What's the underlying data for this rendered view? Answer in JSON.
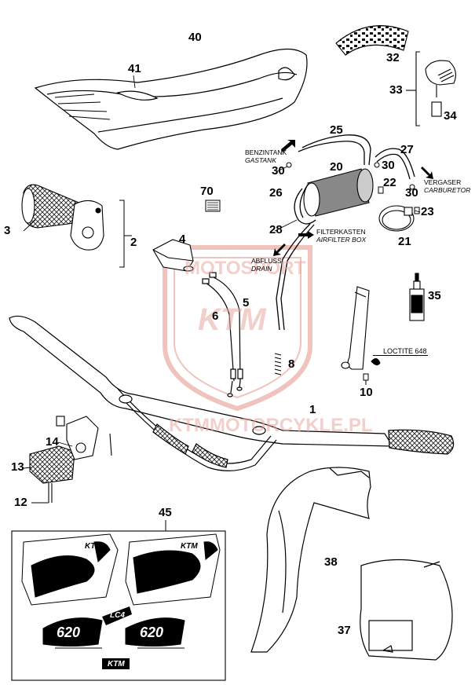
{
  "part_labels": {
    "p1": "1",
    "p2": "2",
    "p3": "3",
    "p4": "4",
    "p5": "5",
    "p6": "6",
    "p8": "8",
    "p10": "10",
    "p12": "12",
    "p13": "13",
    "p14": "14",
    "p20": "20",
    "p21": "21",
    "p22": "22",
    "p23": "23",
    "p25": "25",
    "p26": "26",
    "p27": "27",
    "p28": "28",
    "p30a": "30",
    "p30b": "30",
    "p30c": "30",
    "p32": "32",
    "p33": "33",
    "p34": "34",
    "p35": "35",
    "p37": "37",
    "p38": "38",
    "p40": "40",
    "p41": "41",
    "p45": "45",
    "p70": "70"
  },
  "annotations": {
    "benzintank": "BENZINTANK",
    "gastank": "GASTANK",
    "vergaser": "VERGASER",
    "carburetor": "CARBURETOR",
    "filterkasten": "FILTERKASTEN",
    "airfilter_box": "AIRFILTER BOX",
    "abfluss": "ABFLUSS",
    "drain": "DRAIN",
    "loctite": "LOCTITE 648"
  },
  "decal_text": {
    "ktm_top_left": "KTM",
    "ktm_top_right": "KTM",
    "lc4": "LC4",
    "number_left": "620",
    "number_right": "620",
    "ktm_bottom": "KTM"
  },
  "watermark": {
    "top": "MOTOSPORT",
    "brand": "KTM",
    "url": "KTMMOTORCYKLE.PL"
  },
  "colors": {
    "line": "#000000",
    "watermark": "#e8a8a0"
  }
}
